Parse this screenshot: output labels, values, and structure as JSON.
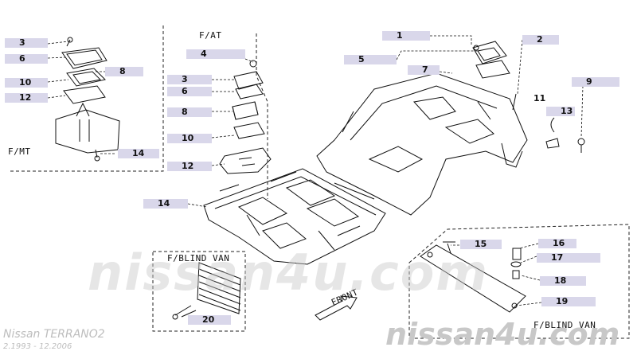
{
  "callouts": {
    "c1": "1",
    "c2": "2",
    "c3": "3",
    "c4": "4",
    "c5": "5",
    "c6": "6",
    "c7": "7",
    "c8": "8",
    "c9": "9",
    "c10": "10",
    "c11": "11",
    "c12": "12",
    "c13": "13",
    "c14": "14",
    "c15": "15",
    "c16": "16",
    "c17": "17",
    "c18": "18",
    "c19": "19",
    "c20": "20",
    "c3b": "3",
    "c6b": "6",
    "c8b": "8",
    "c10b": "10",
    "c12b": "12",
    "c14b": "14"
  },
  "labels": {
    "fmt": "F/MT",
    "fat": "F/AT",
    "blind_van_left": "F/BLIND VAN",
    "blind_van_right": "F/BLIND VAN",
    "front": "FRONT"
  },
  "watermark": {
    "center": "nissan4u.com",
    "bottom_right": "nissan4u.com",
    "model": "Nissan TERRANO2",
    "period": "2.1993 - 12.2006"
  },
  "colors": {
    "callout_bg": "#d9d7ea",
    "line": "#111111",
    "watermark": "#c8c8c8"
  }
}
